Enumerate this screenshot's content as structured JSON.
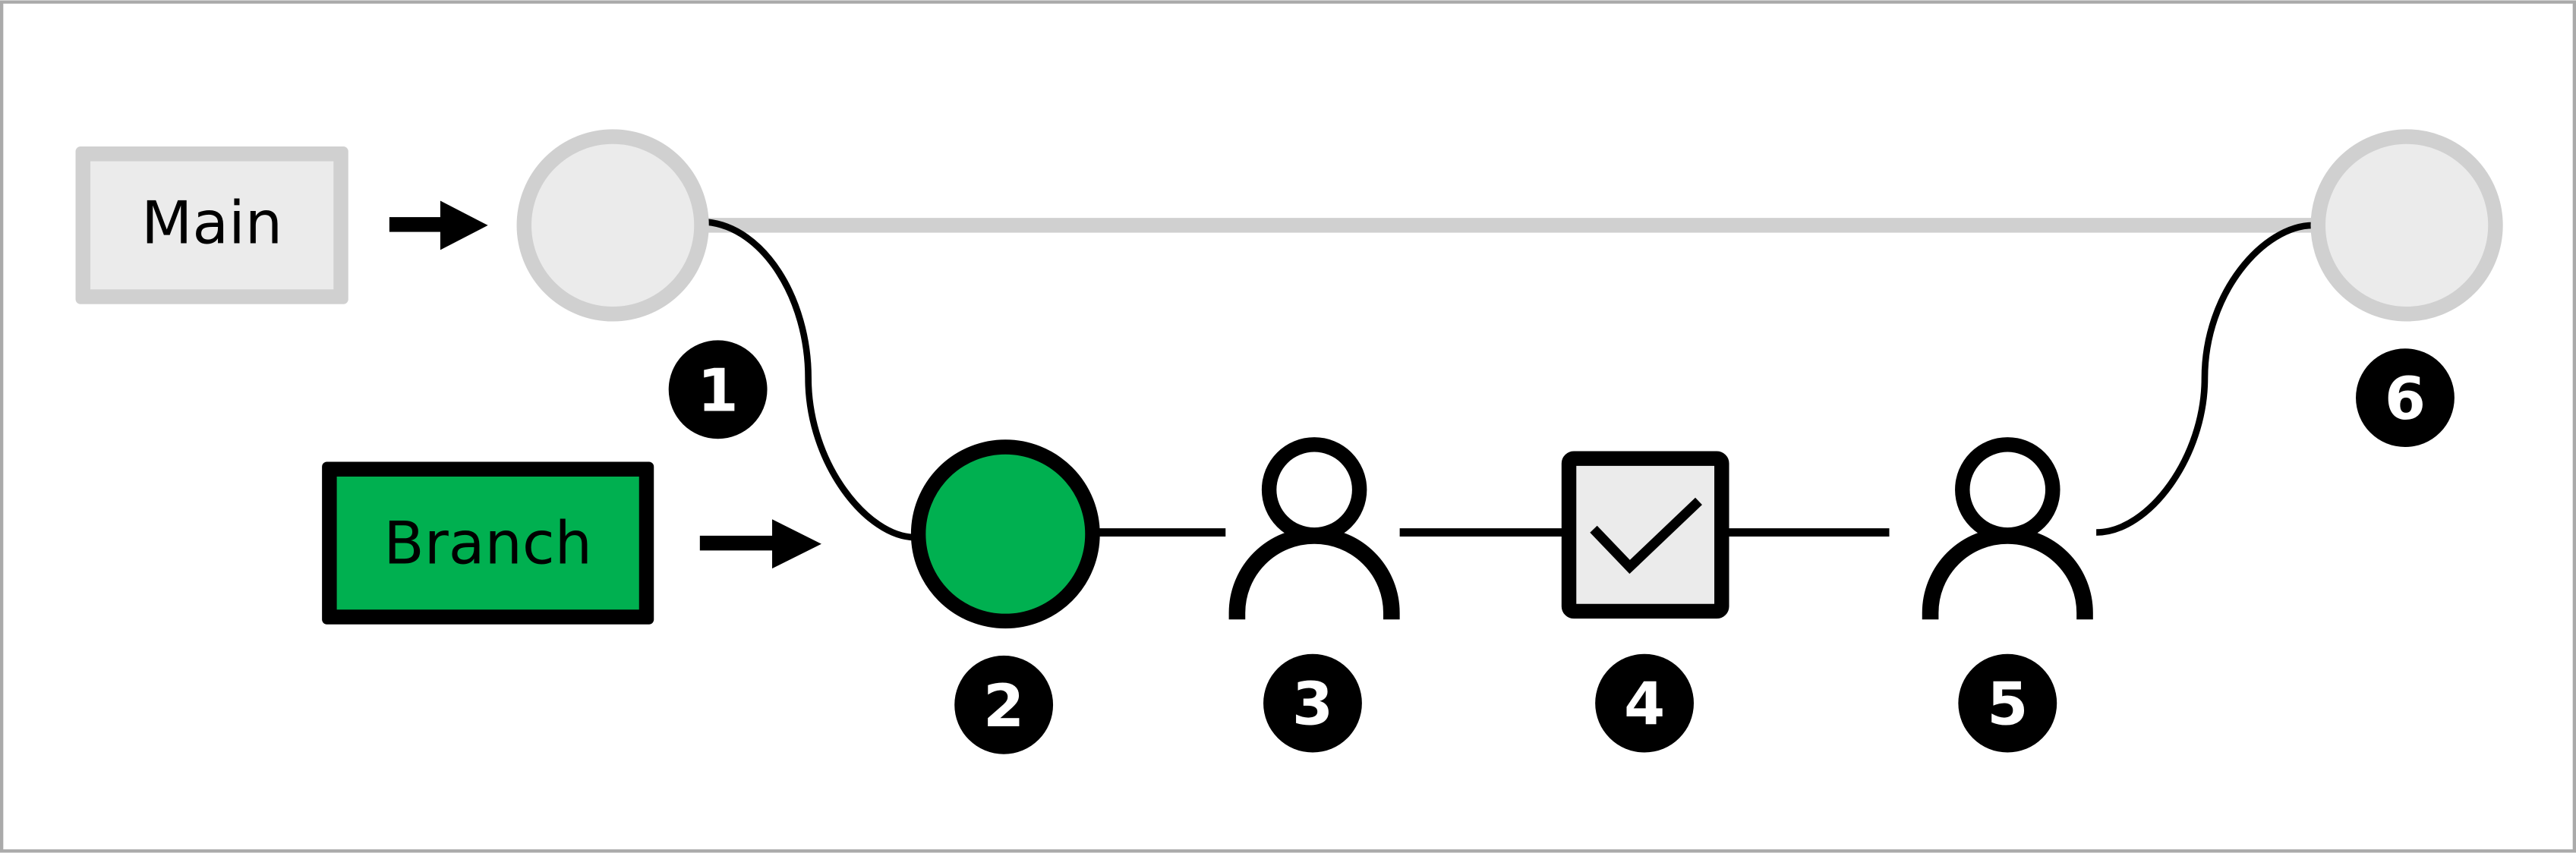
{
  "labels": {
    "main": "Main",
    "branch": "Branch"
  },
  "steps": [
    {
      "number": "1"
    },
    {
      "number": "2"
    },
    {
      "number": "3"
    },
    {
      "number": "4"
    },
    {
      "number": "5"
    },
    {
      "number": "6"
    }
  ],
  "colors": {
    "branch_green": "#00b050",
    "main_fill": "#ebebeb",
    "main_stroke": "#d0d0d0",
    "ink": "#000000",
    "frame": "#aaaaaa"
  }
}
